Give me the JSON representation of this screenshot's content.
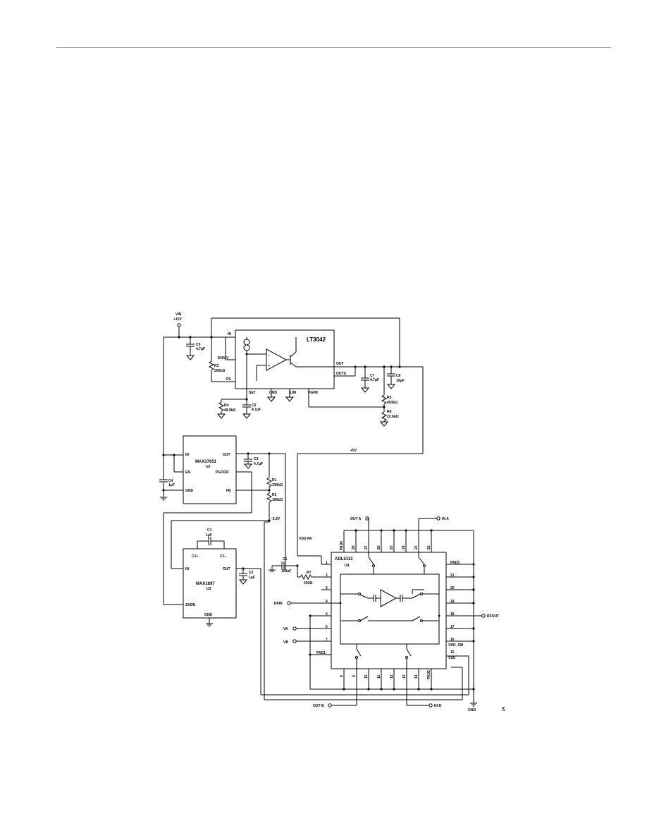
{
  "components": {
    "u1": {
      "name": "LT3042",
      "pins": {
        "in": "IN",
        "en": "EN/UV",
        "pg": "PG",
        "set": "SET",
        "gnd": "GND",
        "ilim": "ILIM",
        "pgfb": "PGFB",
        "out": "OUT",
        "outs": "OUTS"
      }
    },
    "u2": {
      "name": "MAX17651",
      "ref": "U2",
      "pins": {
        "in": "IN",
        "en": "EN",
        "gnd": "GND",
        "out": "OUT",
        "pgood": "PGOOD",
        "fb": "FB"
      }
    },
    "u3": {
      "name": "MAX1697",
      "ref": "U3",
      "pins": {
        "cp": "C1+",
        "cm": "C1−",
        "in": "IN",
        "out": "OUT",
        "shdn": "SHDN",
        "gnd": "GND"
      }
    },
    "u4": {
      "name": "ADL5113",
      "ref": "U4"
    }
  },
  "passives": {
    "c1": {
      "ref": "C1",
      "value": "100pF"
    },
    "c1b": {
      "ref": "C1",
      "value": "1μF"
    },
    "c2": {
      "ref": "C2",
      "value": "1μF"
    },
    "c3": {
      "ref": "C3",
      "value": "4.7μF"
    },
    "c4": {
      "ref": "C4",
      "value": "1μF"
    },
    "c5": {
      "ref": "C5",
      "value": "4.7μF"
    },
    "c6": {
      "ref": "C6",
      "value": "4.7μF"
    },
    "c7": {
      "ref": "C7",
      "value": "4.7μF"
    },
    "c8": {
      "ref": "C8",
      "value": "10μF"
    },
    "r1": {
      "ref": "R1",
      "value": "330kΩ"
    },
    "r2": {
      "ref": "R2",
      "value": "100kΩ"
    },
    "r3": {
      "ref": "R3",
      "value": "200kΩ"
    },
    "r4": {
      "ref": "R4",
      "value": "49.9kΩ"
    },
    "r5": {
      "ref": "R5",
      "value": "453kΩ"
    },
    "r6": {
      "ref": "R6",
      "value": "22.6kΩ"
    },
    "r7": {
      "ref": "R7",
      "value": "200Ω"
    }
  },
  "nets": {
    "vin": "VIN",
    "vin_value": "+12V",
    "plus5v": "+5V",
    "minus3v": "–3.3V",
    "vdd_pa": "VDD PA",
    "out_a": "OUT A",
    "in_a": "IN A",
    "out_b": "OUT B",
    "in_b": "IN B",
    "rfin": "RFIN",
    "rfout": "RFOUT",
    "va": "VA",
    "vb": "VB",
    "gnd": "GND"
  },
  "adl5113_pins": {
    "p1": "1",
    "p2": "2",
    "p3": "3",
    "p4": "4",
    "p5": "5",
    "p6": "6",
    "p7": "7",
    "pad1": "PAD1",
    "pad4": "PAD4",
    "pad2": "PAD2",
    "pad3": "PAD3",
    "p8": "8",
    "p9": "9",
    "p10": "10",
    "p11": "11",
    "p12": "12",
    "p13": "13",
    "p14": "14",
    "p15": "15",
    "p16": "16",
    "p17": "17",
    "p18": "18",
    "p19": "19",
    "p20": "20",
    "p21": "21",
    "p22": "22",
    "p23": "23",
    "p24": "24",
    "p25": "25",
    "p26": "26",
    "p27": "27",
    "p28": "28",
    "vdd_sw": "VDD_SW",
    "vss": "VSS"
  },
  "figure_id": "24"
}
